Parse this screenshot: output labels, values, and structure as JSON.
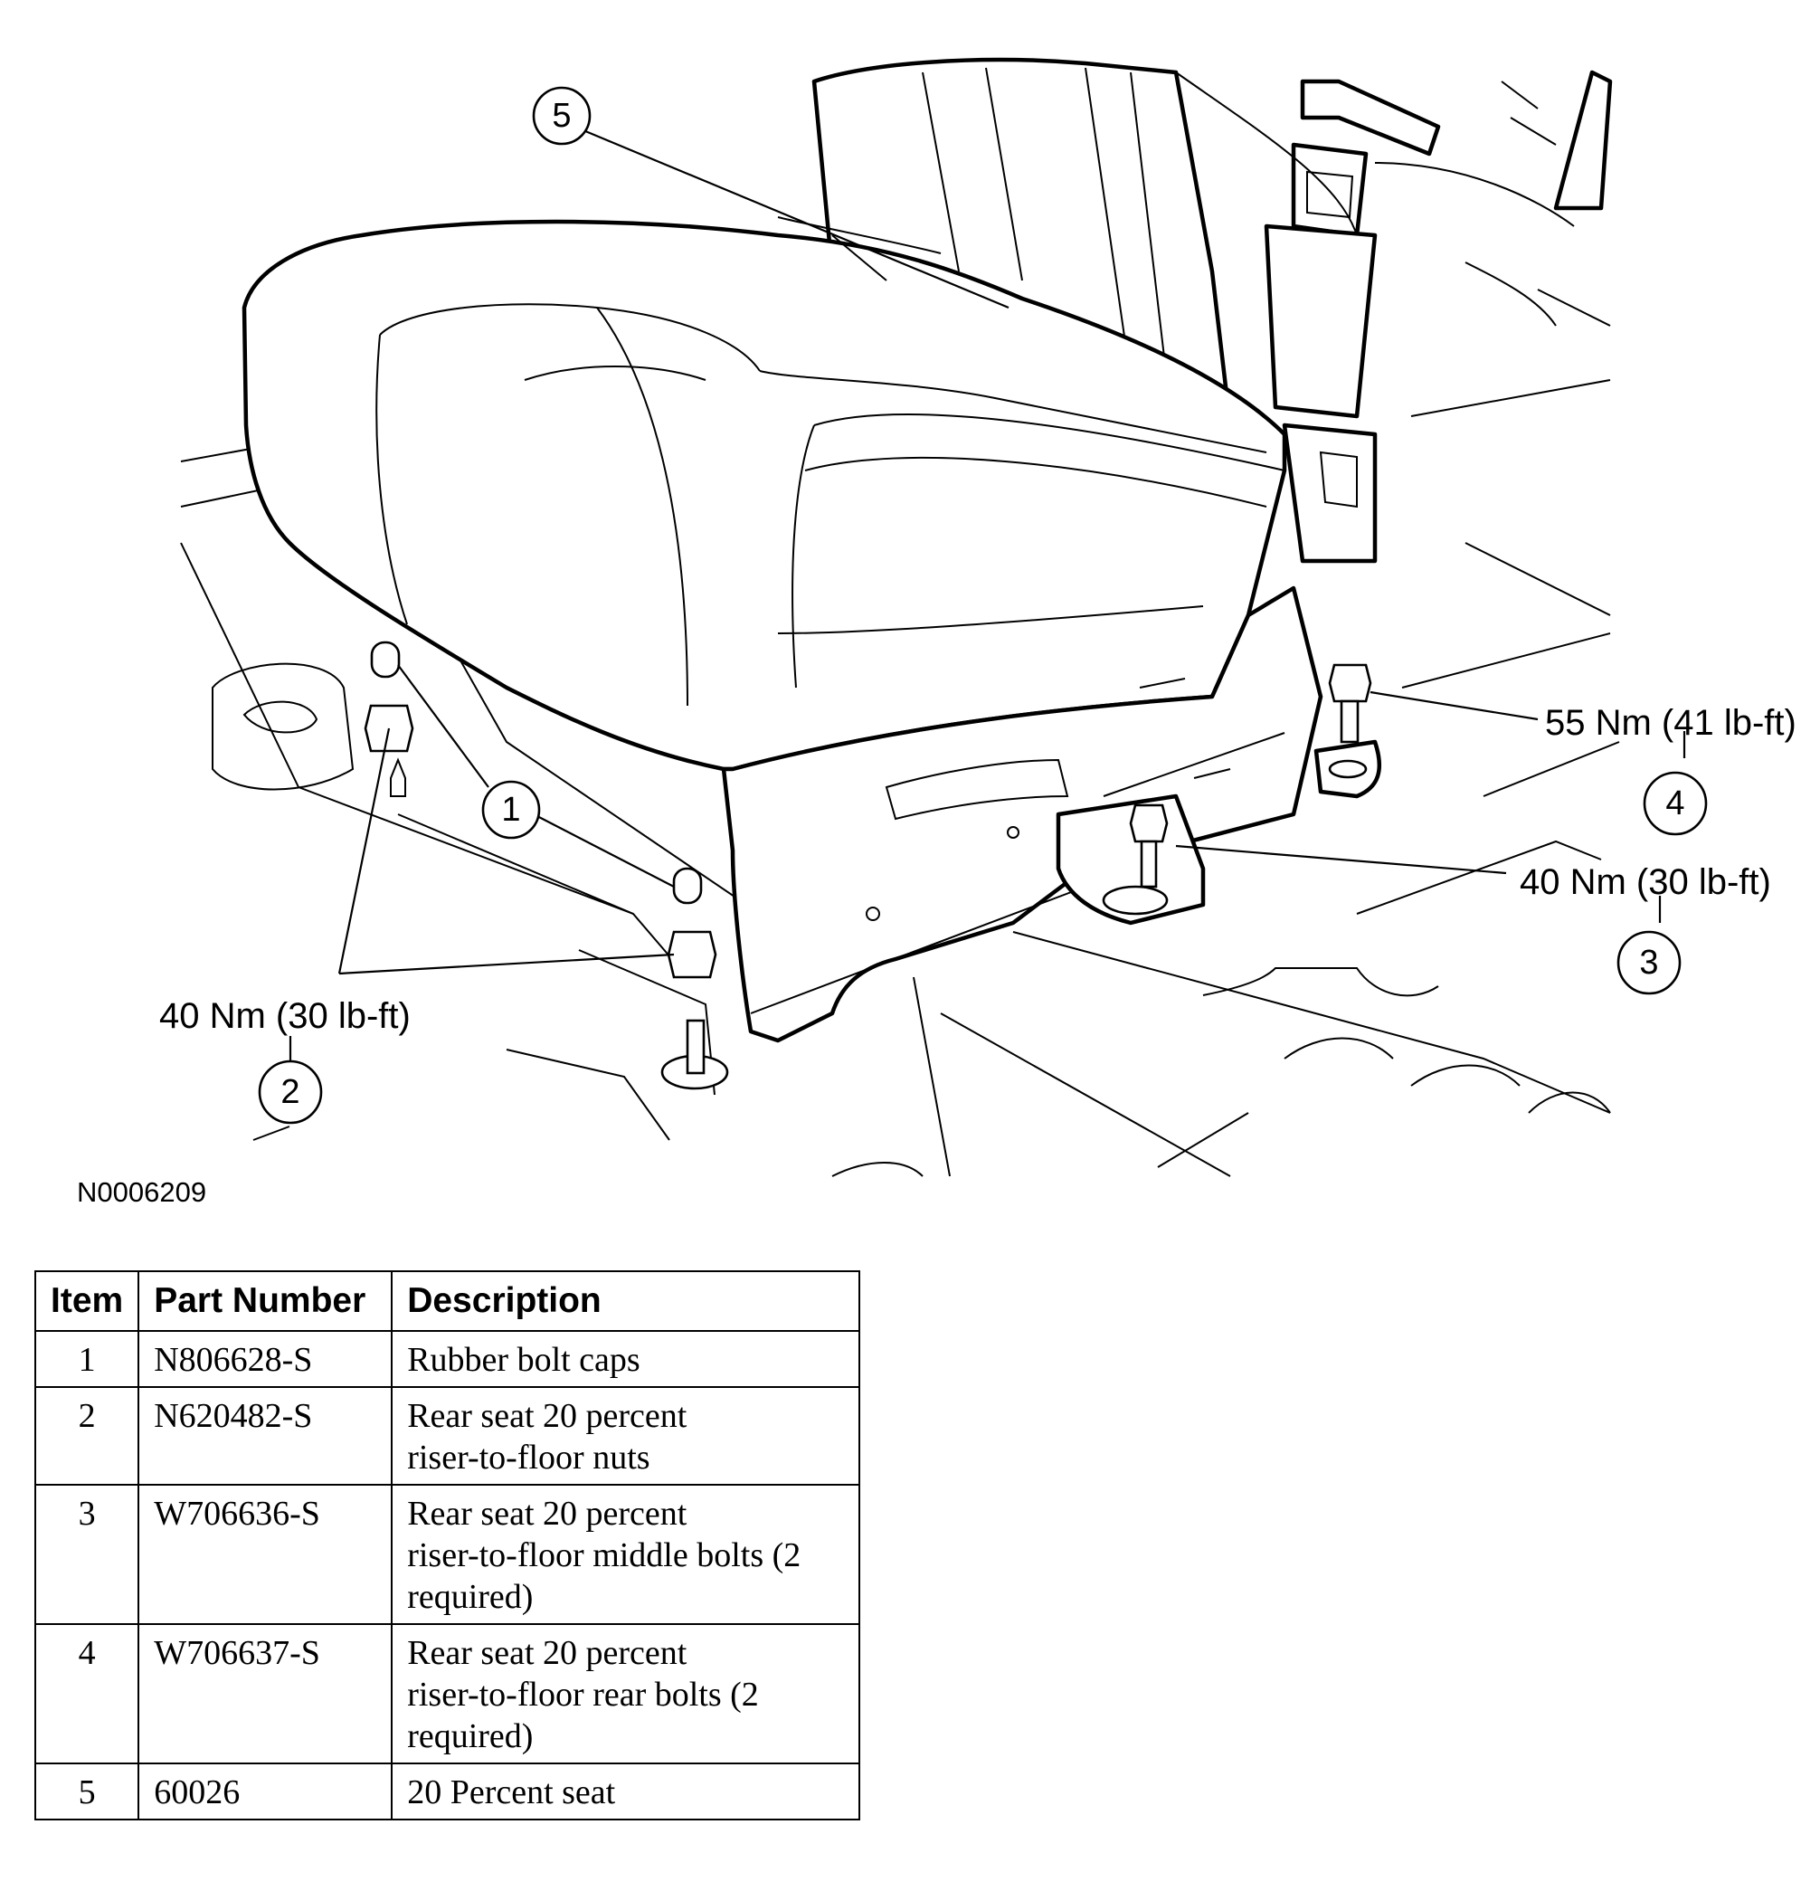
{
  "figure": {
    "id": "N0006209",
    "callouts": [
      {
        "item": "1",
        "torque": ""
      },
      {
        "item": "2",
        "torque": "40 Nm (30 lb-ft)"
      },
      {
        "item": "3",
        "torque": "40 Nm (30 lb-ft)"
      },
      {
        "item": "4",
        "torque": "55 Nm (41 lb-ft)"
      },
      {
        "item": "5",
        "torque": ""
      }
    ]
  },
  "table": {
    "headers": [
      "Item",
      "Part Number",
      "Description"
    ],
    "rows": [
      {
        "item": "1",
        "part": "N806628-S",
        "desc": [
          "Rubber bolt caps"
        ]
      },
      {
        "item": "2",
        "part": "N620482-S",
        "desc": [
          "Rear seat 20 percent",
          "riser-to-floor nuts"
        ]
      },
      {
        "item": "3",
        "part": "W706636-S",
        "desc": [
          "Rear seat 20 percent",
          "riser-to-floor middle bolts (2",
          "required)"
        ]
      },
      {
        "item": "4",
        "part": "W706637-S",
        "desc": [
          "Rear seat 20 percent",
          "riser-to-floor rear bolts (2",
          "required)"
        ]
      },
      {
        "item": "5",
        "part": "60026",
        "desc": [
          "20 Percent seat"
        ]
      }
    ]
  }
}
